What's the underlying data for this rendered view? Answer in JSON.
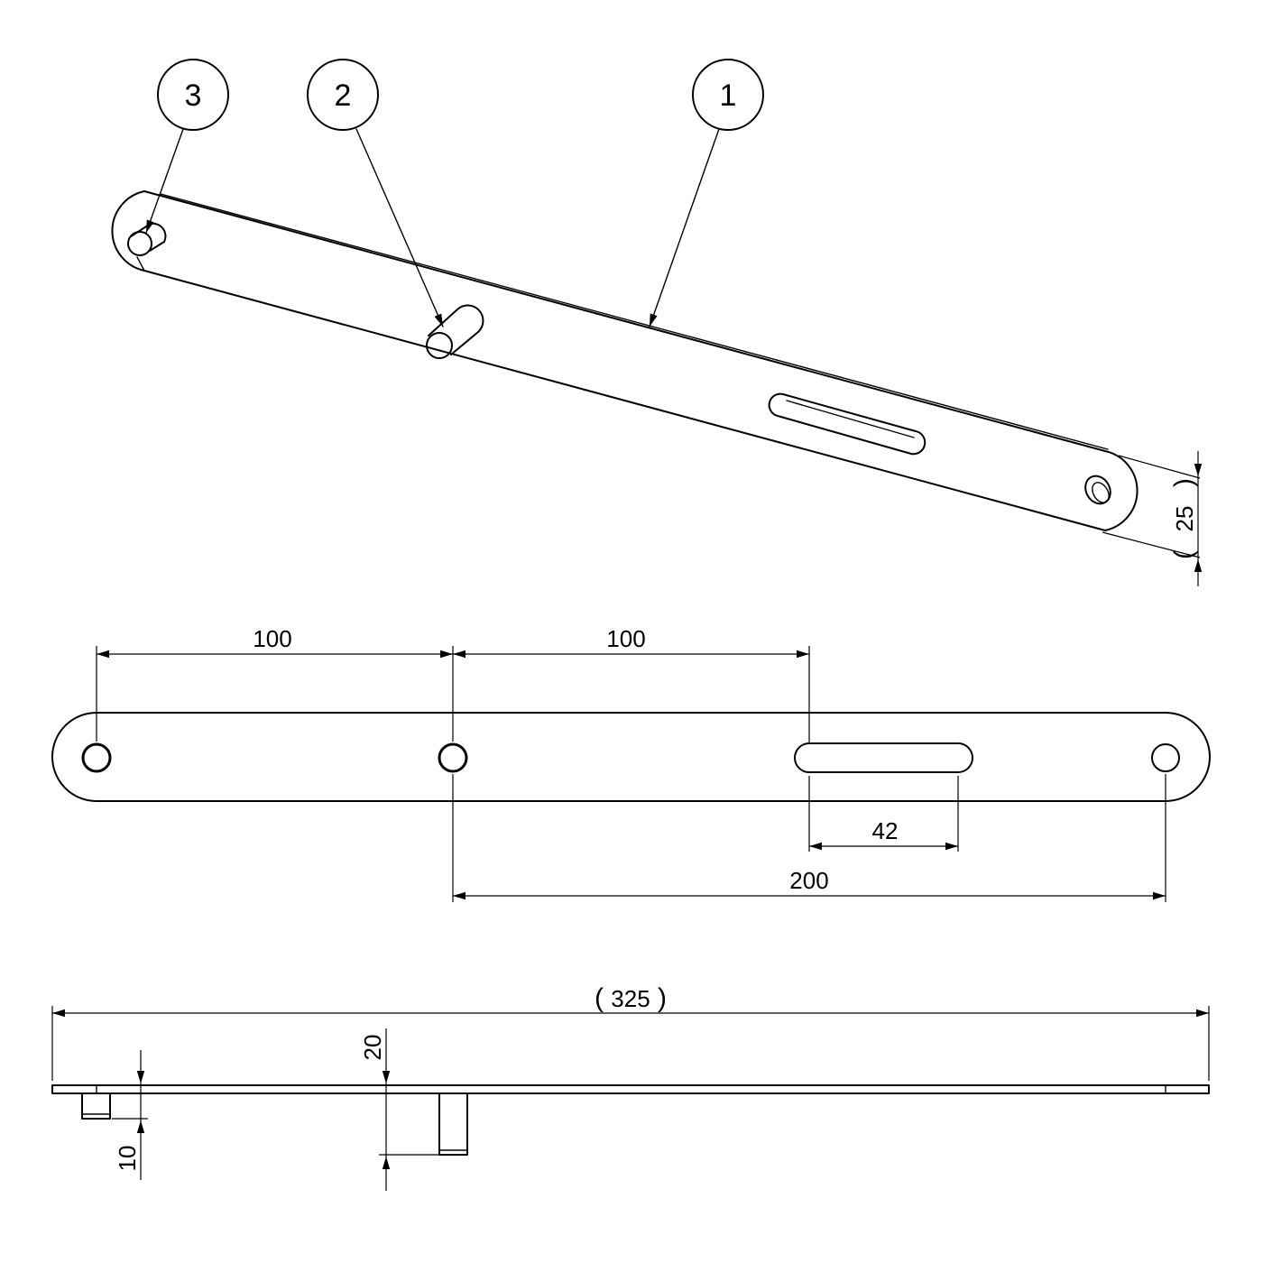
{
  "balloons": [
    {
      "label": "3"
    },
    {
      "label": "2"
    },
    {
      "label": "1"
    }
  ],
  "dimensions": {
    "iso_width": "25",
    "top_left_spacing": "100",
    "top_right_spacing": "100",
    "slot_length": "42",
    "hole_to_end": "200",
    "overall_length": "325",
    "pin_long": "20",
    "pin_short": "10"
  },
  "colors": {
    "line": "#000000",
    "background": "#ffffff"
  }
}
